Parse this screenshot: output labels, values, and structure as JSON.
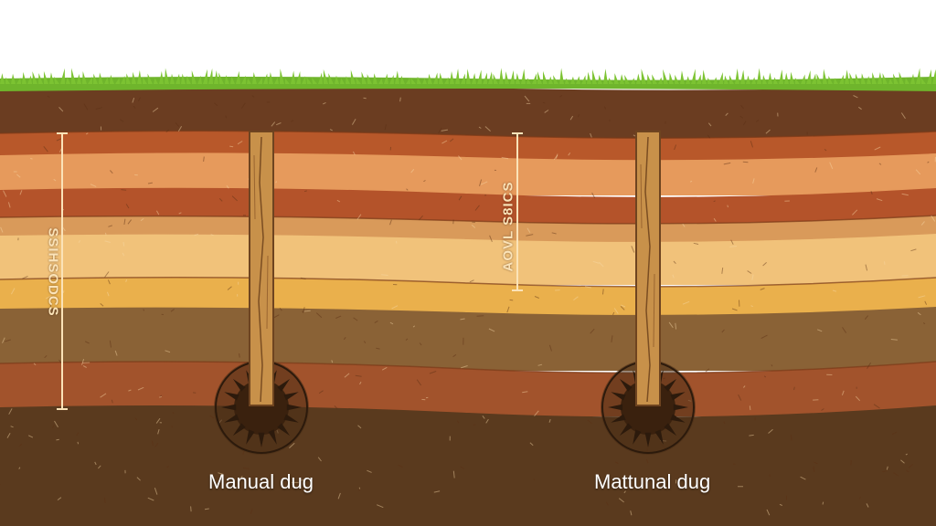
{
  "labels": {
    "left_method": "Manual dug",
    "right_method": "Mattunal dug"
  },
  "scale_bars": {
    "left_text": "SSIHSODCS",
    "right_text": "AOVL S8ICS"
  },
  "colors": {
    "sky": "#ffffff",
    "grass": "#6fb52c",
    "topsoil": "#6b3d21",
    "layer_rust": "#b8582a",
    "layer_orange": "#e69a5c",
    "layer_sand": "#f1c27a",
    "layer_yellow": "#eab04c",
    "layer_olive": "#8a6236",
    "bedrock": "#5a3a1e",
    "post_wood": "#c8914a"
  }
}
